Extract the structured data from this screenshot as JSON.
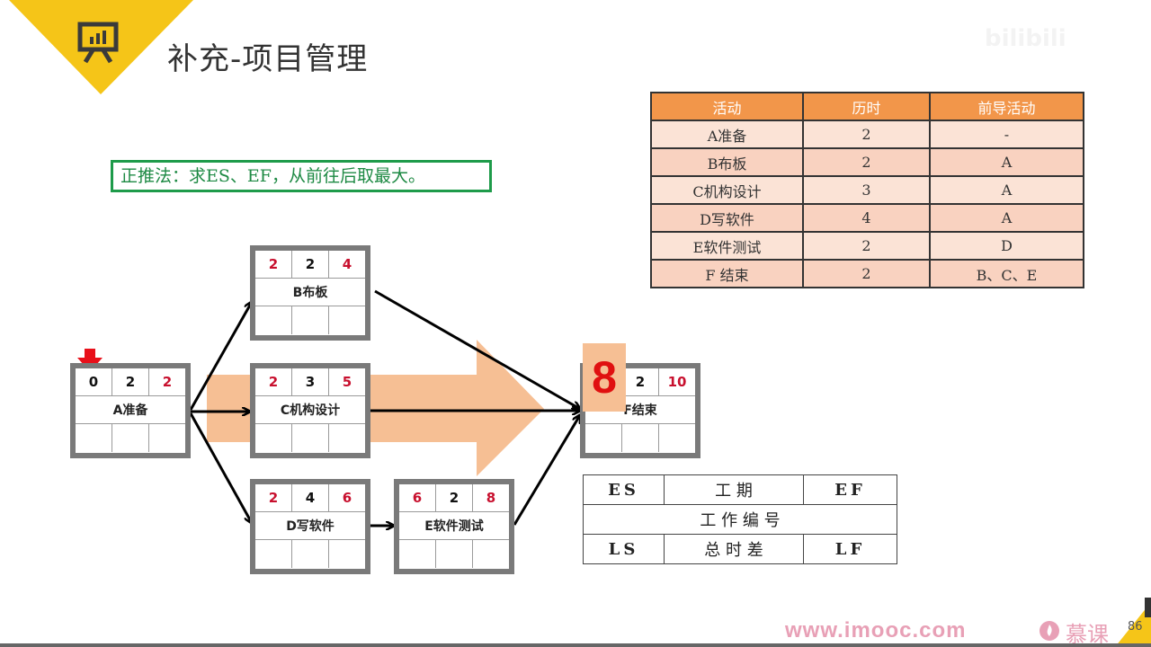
{
  "slide": {
    "title": "补充-项目管理",
    "icon": "presentation-chart-icon",
    "watermark": "bilibili",
    "accent_color": "#f5c518"
  },
  "note": {
    "text": "正推法：求ES、EF，从前往后取最大。",
    "border_color": "#1e9b4a"
  },
  "activity_table": {
    "headers": [
      "活动",
      "历时",
      "前导活动"
    ],
    "rows": [
      [
        "A准备",
        "2",
        "-"
      ],
      [
        "B布板",
        "2",
        "A"
      ],
      [
        "C机构设计",
        "3",
        "A"
      ],
      [
        "D写软件",
        "4",
        "A"
      ],
      [
        "E软件测试",
        "2",
        "D"
      ],
      [
        "F 结束",
        "2",
        "B、C、E"
      ]
    ],
    "header_color": "#f2964a"
  },
  "network": {
    "nodes": [
      {
        "id": "A",
        "label": "A准备",
        "es": "0",
        "duration": "2",
        "ef": "2"
      },
      {
        "id": "B",
        "label": "B布板",
        "es": "2",
        "duration": "2",
        "ef": "4"
      },
      {
        "id": "C",
        "label": "C机构设计",
        "es": "2",
        "duration": "3",
        "ef": "5"
      },
      {
        "id": "D",
        "label": "D写软件",
        "es": "2",
        "duration": "4",
        "ef": "6"
      },
      {
        "id": "E",
        "label": "E软件测试",
        "es": "6",
        "duration": "2",
        "ef": "8"
      },
      {
        "id": "F",
        "label": "F结束",
        "es": "8",
        "duration": "2",
        "ef": "10"
      }
    ],
    "edges": [
      [
        "A",
        "B"
      ],
      [
        "A",
        "C"
      ],
      [
        "A",
        "D"
      ],
      [
        "D",
        "E"
      ],
      [
        "B",
        "F"
      ],
      [
        "C",
        "F"
      ],
      [
        "E",
        "F"
      ]
    ],
    "highlight_value": "8"
  },
  "legend": {
    "es": "ES",
    "duration": "工 期",
    "ef": "EF",
    "id": "工 作 编 号",
    "ls": "LS",
    "float": "总 时 差",
    "lf": "LF"
  },
  "footer": {
    "url": "www.imooc.com",
    "brand": "慕课",
    "page": "86"
  }
}
